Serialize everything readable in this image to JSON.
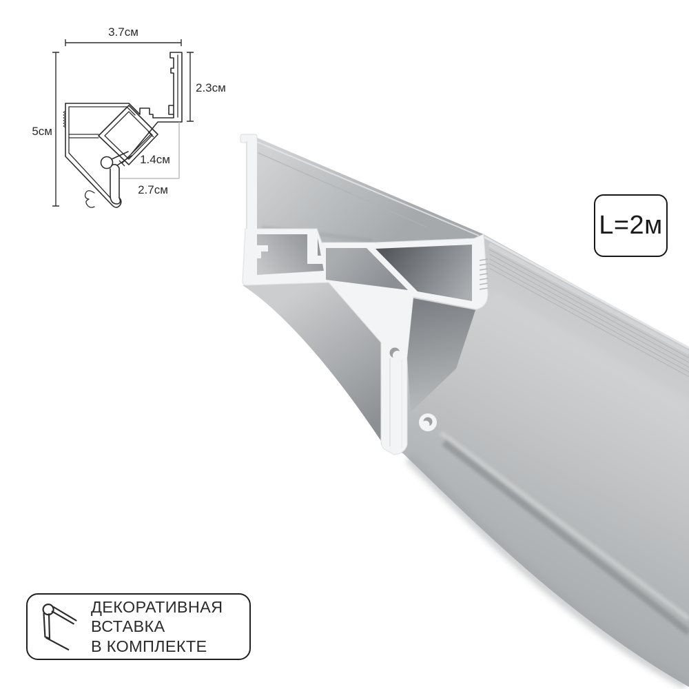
{
  "page": {
    "type": "product-image",
    "background": "#ffffff"
  },
  "diagram": {
    "title": "profile-cross-section",
    "line_color": "#2d2d2d",
    "dimensions": {
      "top_width": "3.7см",
      "left_height": "5см",
      "right_height": "2.3см",
      "insert_width": "1.4см",
      "bottom_width": "2.7см"
    }
  },
  "badge": {
    "label": "L=2м"
  },
  "note": {
    "icon": "insert-profile-icon",
    "lines": [
      "ДЕКОРАТИВНАЯ",
      "ВСТАВКА",
      "В КОМПЛЕКТЕ"
    ]
  },
  "render": {
    "subject": "aluminium-corner-profile",
    "colors": {
      "face_white": "#f3f4f5",
      "metal_light": "#cdcfd0",
      "metal_mid": "#b5b8ba",
      "metal_dark": "#8f9295",
      "cavity_shadow": "#595c60"
    }
  }
}
